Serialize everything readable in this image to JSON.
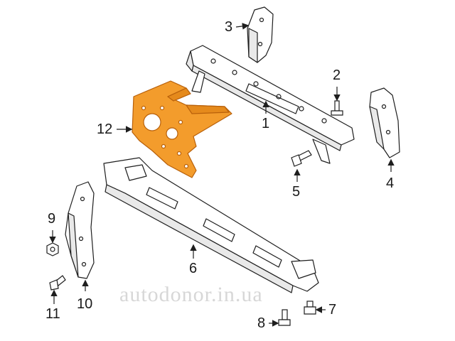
{
  "colors": {
    "line": "#1e1e1e",
    "highlight_fill": "#f39c2c",
    "highlight_stroke": "#b8600a",
    "part_fill": "#ffffff",
    "part_shade": "#e9e9e9",
    "watermark": "#d7d7d7"
  },
  "callouts": {
    "c1": "1",
    "c2": "2",
    "c3": "3",
    "c4": "4",
    "c5": "5",
    "c6": "6",
    "c7": "7",
    "c8": "8",
    "c9": "9",
    "c10": "10",
    "c11": "11",
    "c12": "12"
  },
  "watermark": "autodonor.in.ua"
}
